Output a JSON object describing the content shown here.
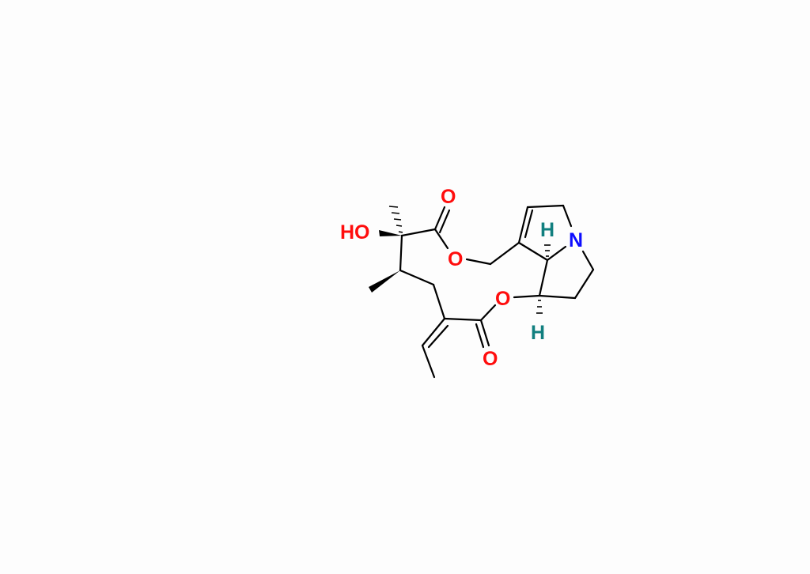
{
  "diagram": {
    "type": "chemical-structure",
    "atom_labels": {
      "hydroxyl": "HO",
      "carbonyl_o_top": "O",
      "ester_o_top": "O",
      "ester_o_bottom": "O",
      "carbonyl_o_bottom": "O",
      "nitrogen": "N",
      "h_top": "H",
      "h_bottom": "H"
    },
    "colors": {
      "oxygen": "#ff0d0d",
      "nitrogen": "#0d0dff",
      "hydrogen": "#117f7f",
      "bond": "#000000",
      "background": "#fdfdfd"
    }
  }
}
